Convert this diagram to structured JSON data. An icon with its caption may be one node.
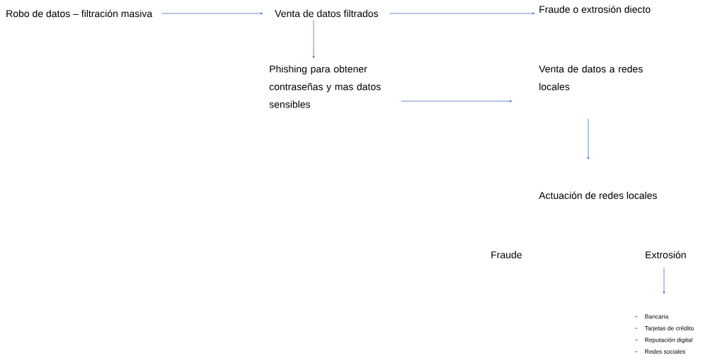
{
  "diagram": {
    "nodes": [
      {
        "text": [
          "Robo de datos – filtración masiva"
        ]
      },
      {
        "text": [
          "Venta de datos filtrados"
        ]
      },
      {
        "text": [
          "Fraude o extrosión diecto"
        ]
      },
      {
        "text": [
          "Phishing para obtener contraseñas y mas datos sensibles"
        ]
      },
      {
        "text": [
          "Venta de datos a redes locales"
        ]
      },
      {
        "text": [
          "Actuación de redes locales"
        ]
      },
      {
        "text": [
          "Fraude"
        ]
      },
      {
        "text": [
          "Extrosión"
        ]
      },
      {
        "text": [
          "Bancaria",
          "Tarjetas de crédito",
          "Reputación digital",
          "Redes sociales"
        ]
      }
    ],
    "edges": [
      {
        "from": 0,
        "to": 1,
        "arrow": "to"
      },
      {
        "from": 1,
        "to": 2,
        "arrow": "to"
      },
      {
        "from": 1,
        "to": 3,
        "arrow": "to"
      },
      {
        "from": 3,
        "to": 4,
        "arrow": "to"
      },
      {
        "from": 4,
        "to": 5,
        "arrow": "to"
      },
      {
        "from": 7,
        "to": 8,
        "arrow": "to"
      }
    ]
  }
}
